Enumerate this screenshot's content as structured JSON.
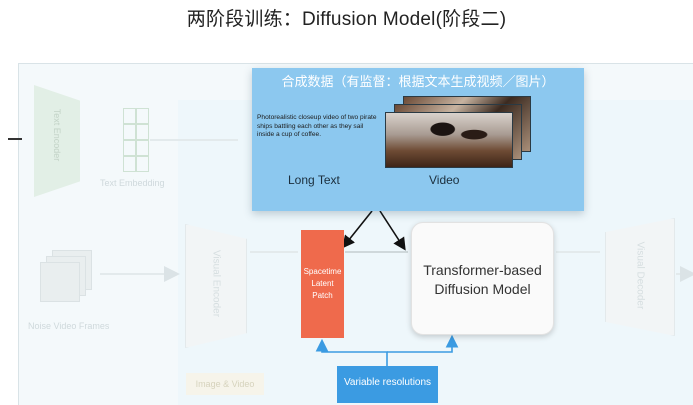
{
  "title": "两阶段训练：Diffusion Model(阶段二)",
  "synthetic_data": {
    "title": "合成数据（有监督：根据文本生成视频／图片）",
    "prompt_text": "Photorealistic closeup video of two pirate ships battling each other as they sail inside a cup of coffee.",
    "long_text_label": "Long Text",
    "video_label": "Video"
  },
  "latent_patch": {
    "line1": "Spacetime",
    "line2": "Latent",
    "line3": "Patch"
  },
  "transformer": {
    "line1": "Transformer-based",
    "line2": "Diffusion Model"
  },
  "resolutions": {
    "label": "Variable resolutions"
  },
  "background": {
    "text_encoder": "Text Encoder",
    "text_embedding": "Text Embedding",
    "noise_frames": "Noise Video Frames",
    "visual_encoder": "Visual Encoder",
    "visual_decoder": "Visual Decoder",
    "image_video": "Image & Video"
  },
  "colors": {
    "synthetic_box": "#8cc8ef",
    "latent_patch": "#ef6a4c",
    "resolutions_box": "#3b9be2",
    "arrow": "#111111",
    "arrow_blue": "#3b9be2"
  }
}
